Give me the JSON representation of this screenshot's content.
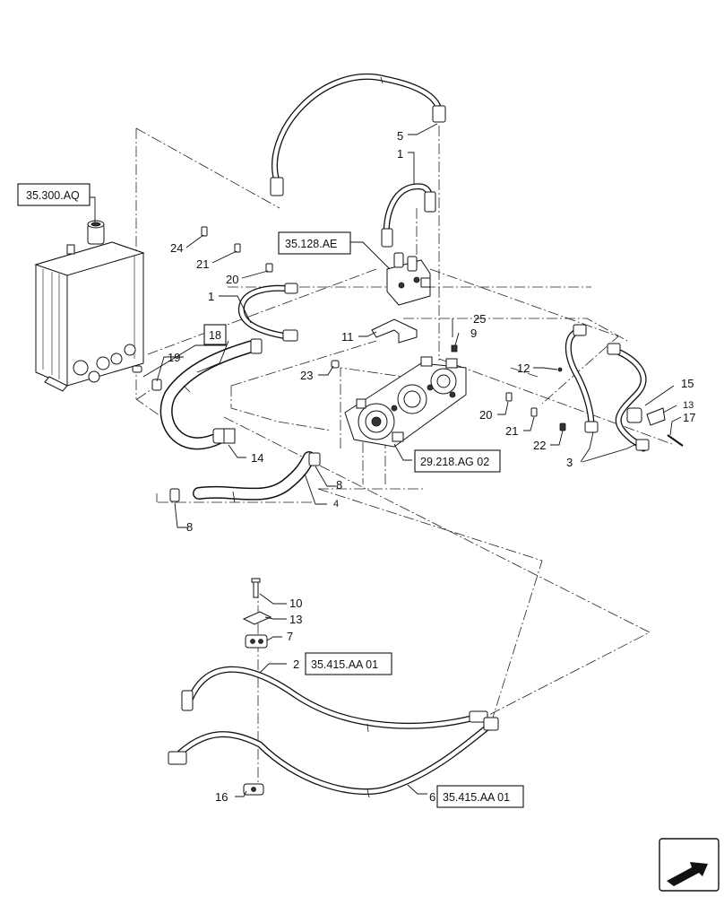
{
  "references": {
    "tank_ref": "35.300.AQ",
    "valve_ref": "35.128.AE",
    "ref18": "18",
    "pump_ref": "29.218.AG 02",
    "hose2_ref": "35.415.AA 01",
    "hose6_ref": "35.415.AA 01"
  },
  "callouts": {
    "c1a": "1",
    "c1b": "1",
    "c2": "2",
    "c3": "3",
    "c4": "4",
    "c5": "5",
    "c6": "6",
    "c7": "7",
    "c8a": "8",
    "c8b": "8",
    "c9": "9",
    "c10": "10",
    "c11": "11",
    "c12": "12",
    "c13a": "13",
    "c13b": "13",
    "c14": "14",
    "c15": "15",
    "c16": "16",
    "c17": "17",
    "c19": "19",
    "c20a": "20",
    "c20b": "20",
    "c21a": "21",
    "c21b": "21",
    "c22": "22",
    "c23": "23",
    "c24": "24",
    "c25": "25"
  },
  "icons": {
    "nav": "next-page-arrow-icon"
  }
}
